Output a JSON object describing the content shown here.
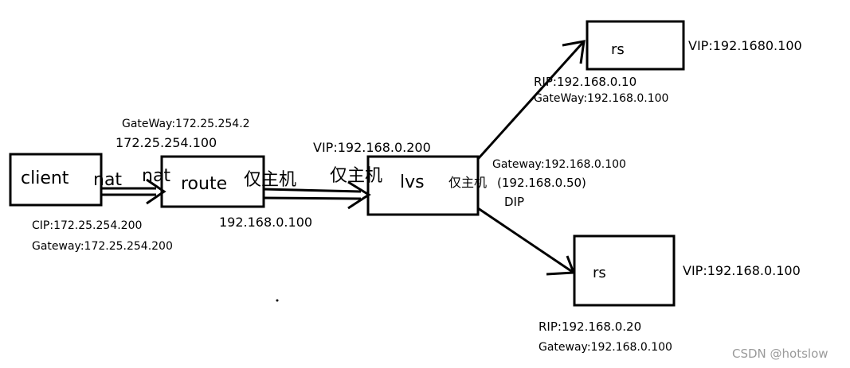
{
  "nodes": {
    "client": "client",
    "route": "route",
    "lvs": "lvs",
    "rs_top": "rs",
    "rs_bottom": "rs"
  },
  "labels": {
    "nat_left": "nat",
    "nat_right": "nat",
    "host_only_route": "仅主机",
    "host_only_link": "仅主机",
    "host_only_lvs": "仅主机",
    "route_gateway": "GateWay:172.25.254.2",
    "route_ip": "172.25.254.100",
    "route_inner_ip": "192.168.0.100",
    "client_cip": "CIP:172.25.254.200",
    "client_gateway": "Gateway:172.25.254.200",
    "lvs_vip": "VIP:192.168.0.200",
    "lvs_gateway": "Gateway:192.168.0.100",
    "lvs_dip_ip": "(192.168.0.50)",
    "lvs_dip": "DIP",
    "rs_top_vip": "VIP:192.1680.100",
    "rs_top_rip": "RIP:192.168.0.10",
    "rs_top_gateway": "GateWay:192.168.0.100",
    "rs_bottom_vip": "VIP:192.168.0.100",
    "rs_bottom_rip": "RIP:192.168.0.20",
    "rs_bottom_gateway": "Gateway:192.168.0.100"
  },
  "watermark": "CSDN @hotslow"
}
